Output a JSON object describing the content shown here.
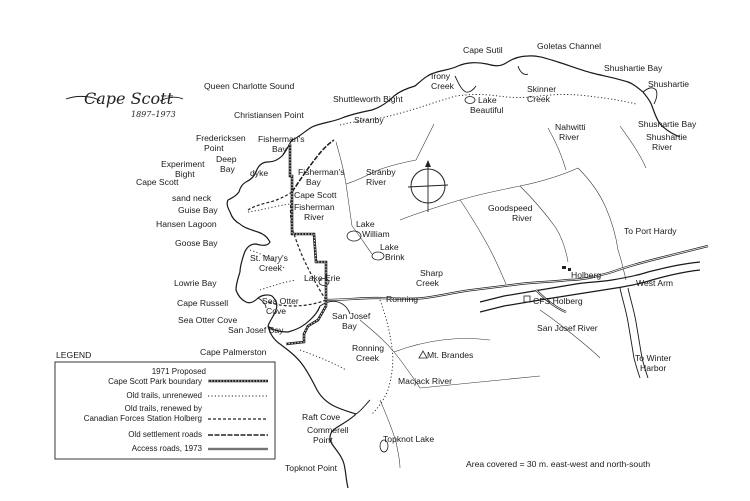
{
  "title": {
    "name": "Cape Scott",
    "years": "1897–1973"
  },
  "places": {
    "queen_charlotte_sound": "Queen Charlotte Sound",
    "cape_sutil": "Cape Sutil",
    "goletas_channel": "Goletas Channel",
    "shushartie_bay_top": "Shushartie Bay",
    "shushartie": "Shushartie",
    "irony_creek_1": "Irony",
    "irony_creek_2": "Creek",
    "shuttleworth_bight": "Shuttleworth Bight",
    "skinner_creek_1": "Skinner",
    "skinner_creek_2": "Creek",
    "lake_beautiful_1": "Lake",
    "lake_beautiful_2": "Beautiful",
    "christiansen_point": "Christiansen Point",
    "stranby": "Stranby",
    "nahwitti_1": "Nahwitti",
    "nahwitti_2": "River",
    "shushartie_bay_2": "Shushartie Bay",
    "shushartie_river_1": "Shushartie",
    "shushartie_river_2": "River",
    "fredericksen_1": "Fredericksen",
    "fredericksen_2": "Point",
    "fishermans_bay_1": "Fisherman's",
    "fishermans_bay_2": "Bay",
    "experiment_1": "Experiment",
    "experiment_2": "Bight",
    "deep_bay_1": "Deep",
    "deep_bay_2": "Bay",
    "dyke": "dyke",
    "fishermans_bay_inner_1": "Fisherman's",
    "fishermans_bay_inner_2": "Bay",
    "cape_scott": "Cape Scott",
    "cape_scott_inner": "Cape Scott",
    "stranby_river_1": "Stranby",
    "stranby_river_2": "River",
    "sand_neck": "sand neck",
    "guise_bay": "Guise Bay",
    "fisherman_river_1": "Fisherman",
    "fisherman_river_2": "River",
    "goodspeed_1": "Goodspeed",
    "goodspeed_2": "River",
    "hansen_lagoon": "Hansen Lagoon",
    "lake_william_1": "Lake",
    "lake_william_2": "William",
    "to_port_hardy": "To Port Hardy",
    "goose_bay": "Goose Bay",
    "lake_brink_1": "Lake",
    "lake_brink_2": "Brink",
    "st_marys_1": "St. Mary's",
    "st_marys_2": "Creek",
    "lake_erie": "Lake Erie",
    "sharp_creek_1": "Sharp",
    "sharp_creek_2": "Creek",
    "holberg": "Holberg",
    "lowrie_bay": "Lowrie Bay",
    "west_arm": "West Arm",
    "cape_russell": "Cape Russell",
    "sea_otter_1": "Sea Otter",
    "sea_otter_2": "Cove",
    "ronning": "Ronning",
    "cfs_holberg": "CFS Holberg",
    "sea_otter_cove": "Sea Otter Cove",
    "san_josef_1": "San Josef",
    "san_josef_2": "Bay",
    "san_josef_bay": "San Josef Bay",
    "san_josef_river": "San Josef River",
    "cape_palmerston": "Cape Palmerston",
    "ronning_creek_1": "Ronning",
    "ronning_creek_2": "Creek",
    "mt_brandes": "Mt. Brandes",
    "to_winter_1": "To Winter",
    "to_winter_2": "Harbor",
    "macjack_river": "Macjack River",
    "raft_cove": "Raft Cove",
    "commerell_1": "Commerell",
    "commerell_2": "Point",
    "topknot_lake": "Topknot Lake",
    "topknot_point": "Topknot Point",
    "area_covered": "Area covered = 30 m. east-west and north-south"
  },
  "legend": {
    "heading": "LEGEND",
    "items": [
      {
        "line1": "1971 Proposed",
        "line2": "Cape Scott Park boundary"
      },
      {
        "line1": "Old trails, unrenewed",
        "line2": ""
      },
      {
        "line1": "Old trails, renewed by",
        "line2": "Canadian Forces Station Holberg"
      },
      {
        "line1": "Old settlement roads",
        "line2": ""
      },
      {
        "line1": "Access roads, 1973",
        "line2": ""
      }
    ]
  }
}
